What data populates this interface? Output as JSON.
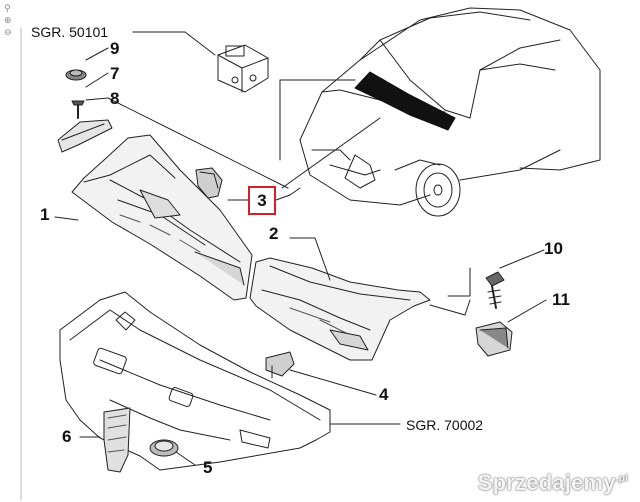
{
  "viewer_tools": {
    "pin_icon": "⚲",
    "zoom_in_icon": "⊕",
    "zoom_out_icon": "⊖"
  },
  "reference_top": "SGR. 50101",
  "reference_bottom": "SGR. 70002",
  "callouts": {
    "n1": "1",
    "n2": "2",
    "n3": "3",
    "n4": "4",
    "n5": "5",
    "n6": "6",
    "n7": "7",
    "n8": "8",
    "n9": "9",
    "n10": "10",
    "n11": "11"
  },
  "highlight_color": "#d41f26",
  "watermark": {
    "text": "Sprzedajemy",
    "suffix": ".pl"
  }
}
